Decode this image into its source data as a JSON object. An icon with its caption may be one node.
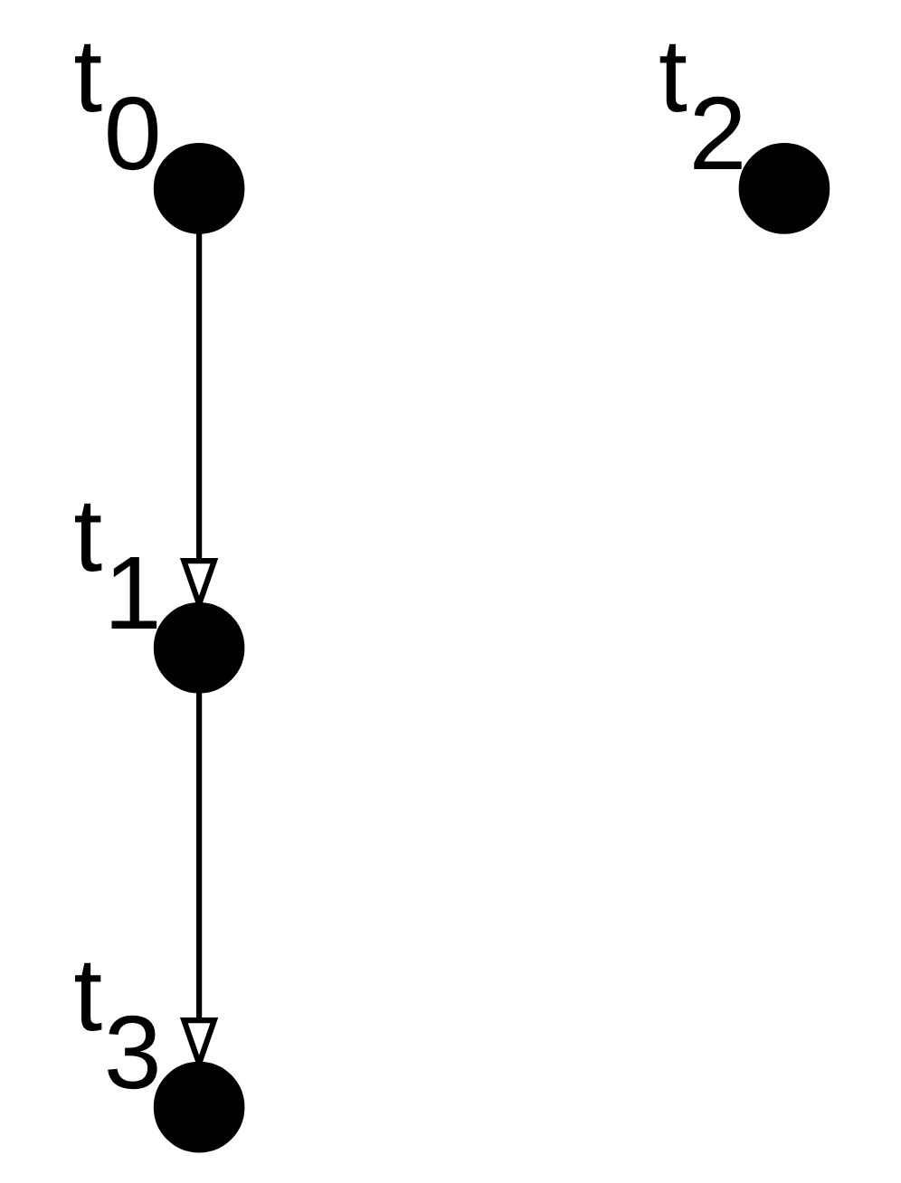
{
  "diagram": {
    "nodes": [
      {
        "text": [],
        "shape": "circle",
        "beside": [
          "t$_{0}$"
        ]
      },
      {
        "text": [],
        "shape": "circle",
        "beside": [
          "t$_{2}$"
        ]
      },
      {
        "text": [],
        "shape": "circle",
        "beside": [
          "t$_{1}$"
        ]
      },
      {
        "text": [],
        "shape": "circle",
        "beside": [
          "t$_{3}$"
        ]
      }
    ],
    "edges": [
      {
        "from": 0,
        "to": 2,
        "arrow": "to"
      },
      {
        "from": 2,
        "to": 3,
        "arrow": "to"
      }
    ]
  }
}
